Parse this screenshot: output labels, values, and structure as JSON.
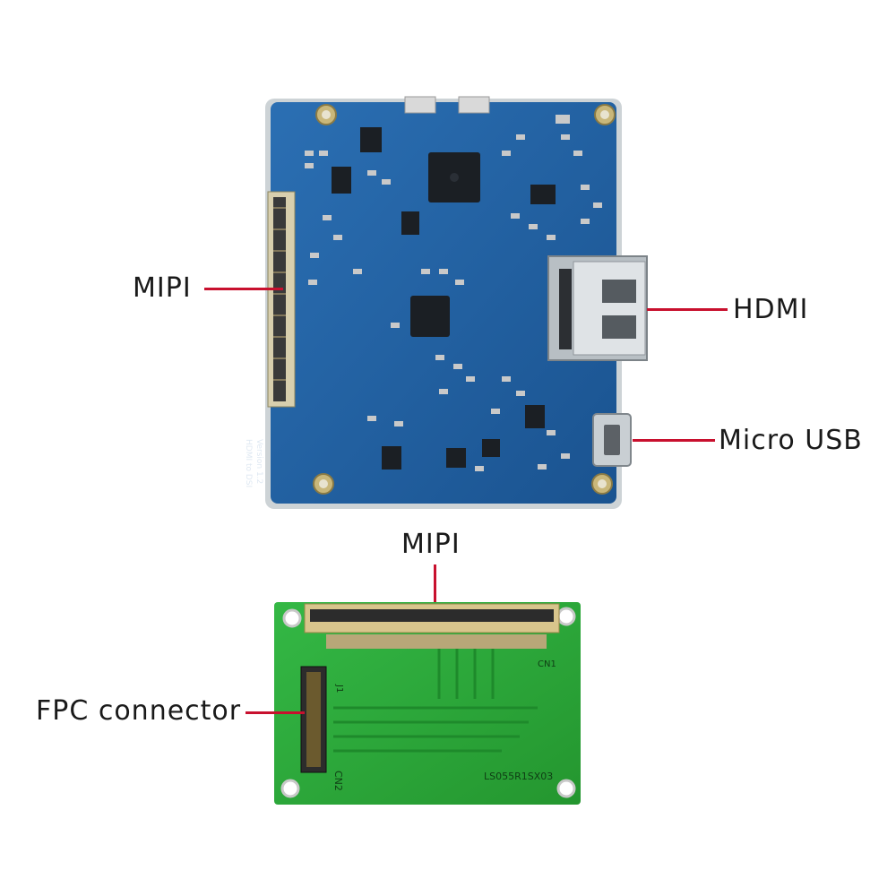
{
  "labels": {
    "mipi_main": "MIPI",
    "hdmi": "HDMI",
    "micro_usb": "Micro USB",
    "mipi_adapter": "MIPI",
    "fpc_connector": "FPC connector"
  },
  "silkscreen": {
    "board_name": "HDMI to DSI",
    "version": "Version 1.2",
    "cn1": "CN1",
    "cn2": "CN2",
    "j1": "J1",
    "adapter_code": "LS055R1SX03"
  },
  "colors": {
    "blue_pcb": "#1f5f9f",
    "green_pcb": "#2aa83a",
    "leader_line": "#c8102e"
  }
}
